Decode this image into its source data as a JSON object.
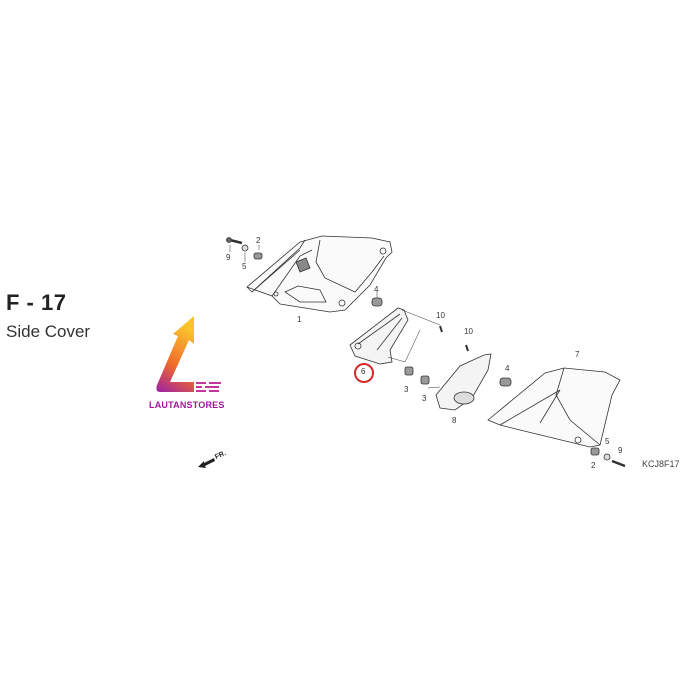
{
  "figure": {
    "code": "F - 17",
    "title": "Side Cover",
    "diagram_code": "KCJ8F17",
    "direction_label": "FR.",
    "highlighted_part": "6",
    "highlight_color": "#d62828"
  },
  "watermark": {
    "brand": "LAUTANSTORES",
    "brand_color": "#a0169a",
    "gradient": [
      "#f9c32c",
      "#f06a2a",
      "#9c1fa8"
    ]
  },
  "callouts": [
    {
      "id": "c9a",
      "label": "9"
    },
    {
      "id": "c5a",
      "label": "5"
    },
    {
      "id": "c2a",
      "label": "2"
    },
    {
      "id": "c1",
      "label": "1"
    },
    {
      "id": "c4a",
      "label": "4"
    },
    {
      "id": "c10a",
      "label": "10"
    },
    {
      "id": "c10b",
      "label": "10"
    },
    {
      "id": "c6",
      "label": "6"
    },
    {
      "id": "c3a",
      "label": "3"
    },
    {
      "id": "c3b",
      "label": "3"
    },
    {
      "id": "c8",
      "label": "8"
    },
    {
      "id": "c4b",
      "label": "4"
    },
    {
      "id": "c7",
      "label": "7"
    },
    {
      "id": "c2b",
      "label": "2"
    },
    {
      "id": "c5b",
      "label": "5"
    },
    {
      "id": "c9b",
      "label": "9"
    }
  ]
}
